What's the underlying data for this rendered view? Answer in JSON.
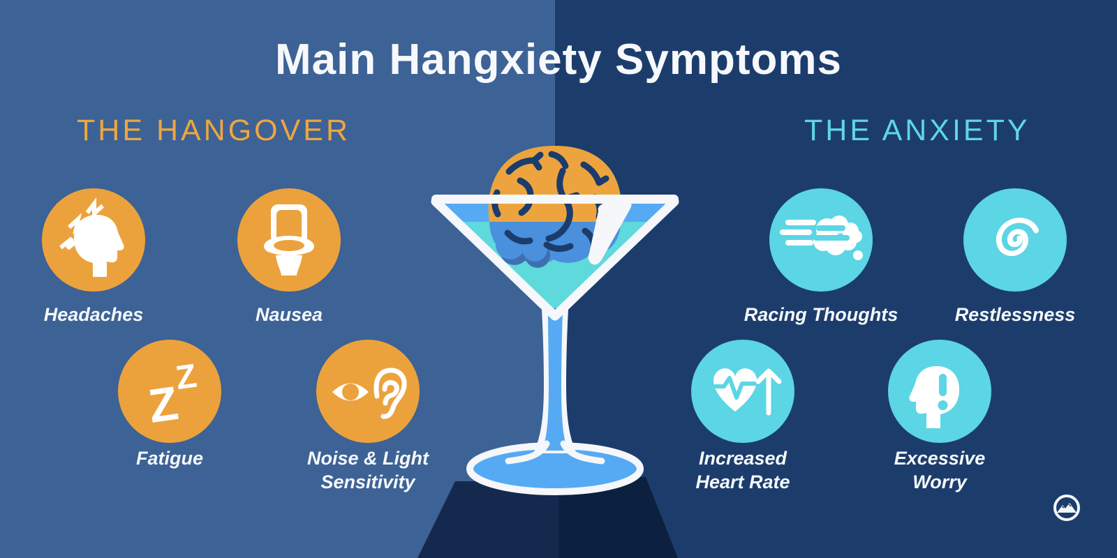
{
  "title": "Main Hangxiety Symptoms",
  "sections": {
    "hangover": {
      "heading": "THE HANGOVER",
      "accent_color": "#EFA63F",
      "icon_circle_color": "#ECA23C",
      "items": [
        {
          "label": "Headaches",
          "icon": "head-lightning-icon"
        },
        {
          "label": "Nausea",
          "icon": "toilet-icon"
        },
        {
          "label": "Fatigue",
          "icon": "sleep-zzz-icon"
        },
        {
          "label": "Noise & Light\nSensitivity",
          "icon": "eye-ear-icon"
        }
      ]
    },
    "anxiety": {
      "heading": "THE ANXIETY",
      "accent_color": "#5FD6E4",
      "icon_circle_color": "#5CD5E5",
      "items": [
        {
          "label": "Racing Thoughts",
          "icon": "racing-thought-cloud-icon"
        },
        {
          "label": "Restlessness",
          "icon": "spiral-icon"
        },
        {
          "label": "Increased\nHeart Rate",
          "icon": "heart-rate-arrow-icon"
        },
        {
          "label": "Excessive\nWorry",
          "icon": "head-exclamation-icon"
        }
      ]
    }
  },
  "illustration": {
    "name": "brain-in-martini-glass"
  },
  "logo": {
    "name": "mountain-logo"
  },
  "colors": {
    "background_left": "#3D6295",
    "background_right": "#1C3D6C",
    "pedestal_left": "#15294E",
    "pedestal_right": "#0C2040",
    "liquid_teal": "#5ED9DC",
    "liquid_blue": "#55AAF3",
    "brain_orange": "#EDA43E",
    "brain_blue": "#4A90DC",
    "text_white": "#F6F8FB"
  }
}
